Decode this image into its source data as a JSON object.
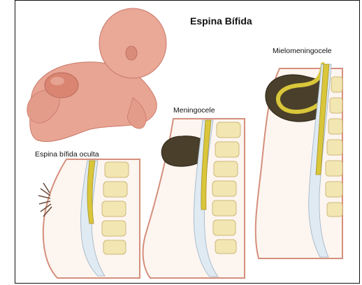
{
  "title": "Espina Bífida",
  "labels": {
    "occulta": "Espina bífida oculta",
    "meningocele": "Meningocele",
    "mielomeningocele": "Mielomeningocele"
  },
  "colors": {
    "skin": "#e9a593",
    "skin_shadow": "#c9786a",
    "bone": "#f2e6b2",
    "bone_edge": "#cdb97a",
    "cord": "#d9c63a",
    "cord_core": "#f3ea7a",
    "fluid": "#dfeaf2",
    "sac": "#4a3f2a",
    "hair": "#6b5040"
  }
}
